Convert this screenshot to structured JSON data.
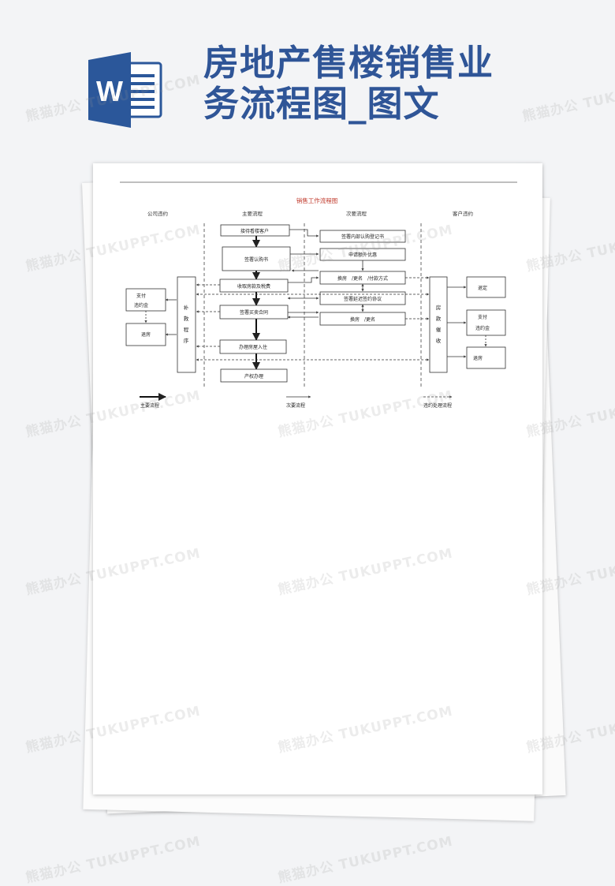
{
  "header": {
    "title_line1": "房地产售楼销售业",
    "title_line2": "务流程图_图文",
    "logo_letter": "W"
  },
  "document": {
    "diagram_title": "销售工作流程图",
    "columns": {
      "company": "公司违约",
      "main": "主要流程",
      "secondary": "次要流程",
      "customer": "客户违约"
    },
    "main_steps": [
      "接待看楼客户",
      "签署认购书",
      "收取房款及税费",
      "签署买卖合同",
      "办理房屋入住",
      "产权办理"
    ],
    "secondary_steps": [
      "签署内部认购登记书",
      "申请额外优惠",
      "换房　/更名　/付款方式",
      "签署延迟签约协议",
      "换房　/更名"
    ],
    "company_boxes": [
      "支付违约金",
      "退房"
    ],
    "company_remedy": "补救程序",
    "customer_collect": "房款催收",
    "customer_boxes": [
      "退定",
      "支付违约金",
      "退房"
    ],
    "legend": {
      "main": "主要流程",
      "secondary": "次要流程",
      "breach": "违约处理流程"
    }
  },
  "watermark_text": "熊猫办公 TUKUPPT.COM",
  "colors": {
    "title_blue": "#2f5597",
    "diagram_title_red": "#c0392b",
    "word_blue": "#2b579a"
  }
}
